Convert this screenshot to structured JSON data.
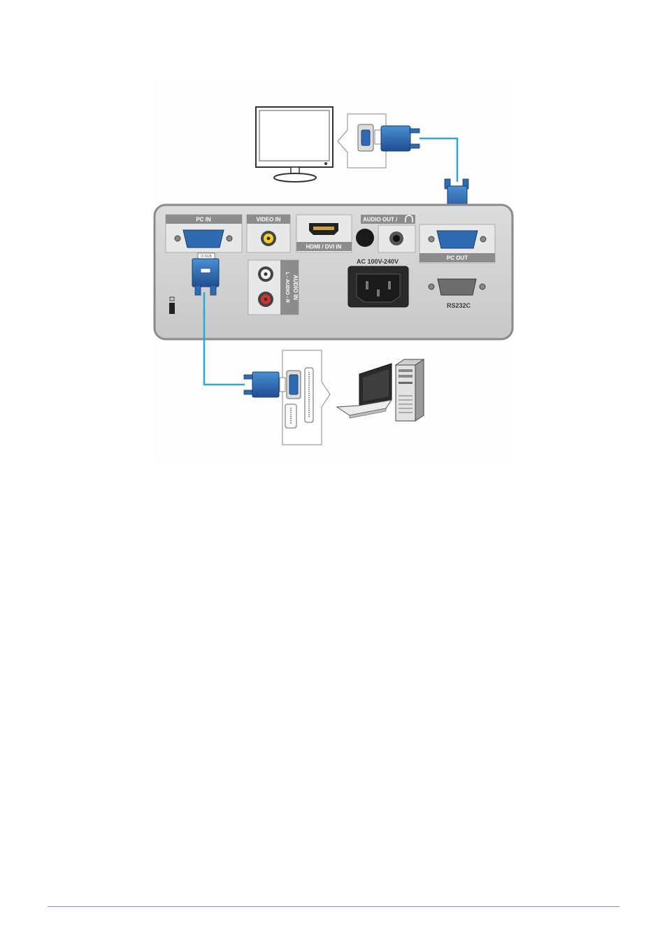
{
  "panel": {
    "pc_in": "PC IN",
    "video_in": "VIDEO IN",
    "hdmi_dvi_in": "HDMI / DVI IN",
    "audio_out": "AUDIO OUT /",
    "audio_in_line1": "AUDIO IN",
    "audio_in_line2": "L - AUDIO - R",
    "ac_power": "AC 100V-240V",
    "pc_out": "PC OUT",
    "rs232c": "RS232C"
  },
  "connector_tag": "D-SUB",
  "colors": {
    "cable": "#2aa8dc",
    "vga_plug": "#2f6bb3",
    "panel": "#d4d4d4",
    "label_bar": "#8c8c8c"
  }
}
